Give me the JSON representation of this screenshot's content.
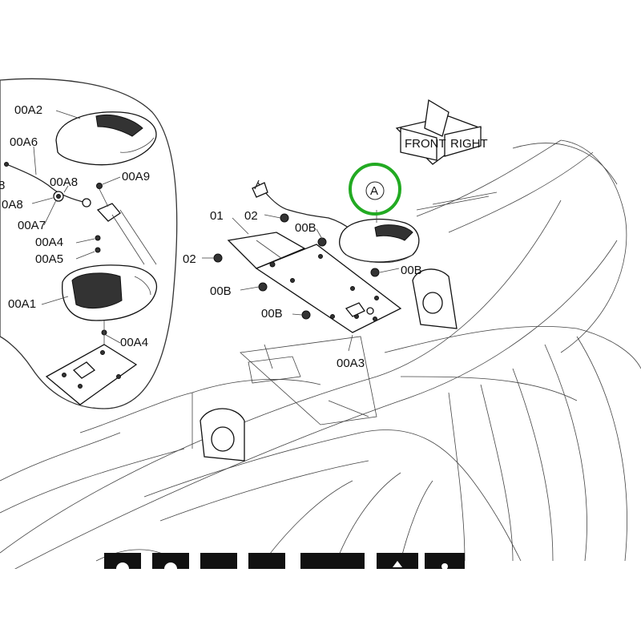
{
  "callout": {
    "letter": "A",
    "highlight_color": "#22aa22"
  },
  "detail_labels": {
    "a2": "00A2",
    "a6": "00A6",
    "a8_top": "00A8",
    "a9": "00A9",
    "a8_left": "0A8",
    "eight": "8",
    "a7": "00A7",
    "a4_top": "00A4",
    "a5": "00A5",
    "a1": "00A1",
    "a4_bottom": "00A4"
  },
  "main_labels": {
    "p01": "01",
    "p02_top": "02",
    "p00B_top": "00B",
    "p02_left": "02",
    "p00B_right": "00B",
    "p00B_mid": "00B",
    "p00B_low": "00B",
    "p00A3": "00A3"
  },
  "direction_marker_text": [
    "FRONT",
    "RIGHT"
  ],
  "footer_icons": [
    "icon-1",
    "icon-2",
    "icon-3",
    "icon-4",
    "icon-5",
    "icon-6",
    "icon-7"
  ]
}
